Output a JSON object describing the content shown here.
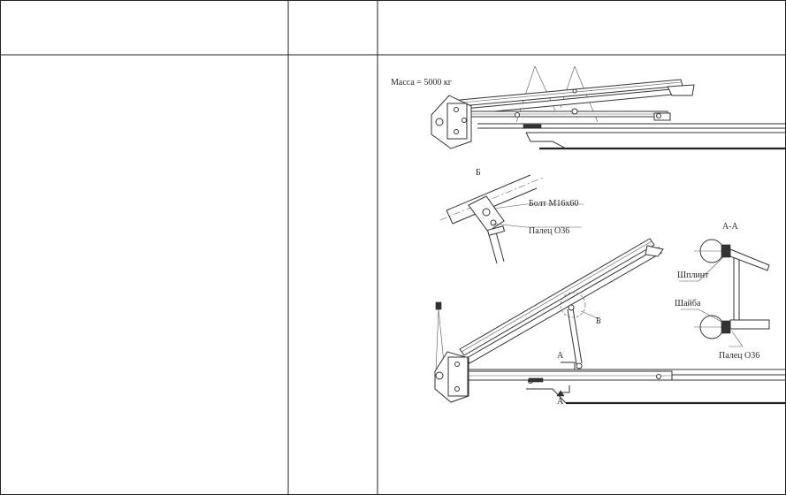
{
  "labels": {
    "mass": "Масса = 5000 кг",
    "view_b": "Б",
    "bolt": "Болт М16х60",
    "pin_upper": "Палец О36",
    "section_aa": "А-А",
    "cotter": "Шплинт",
    "washer": "Шайба",
    "pin_lower": "Палец О36",
    "mark_b": "Б",
    "mark_a_top": "А",
    "mark_a_bottom": "А"
  }
}
